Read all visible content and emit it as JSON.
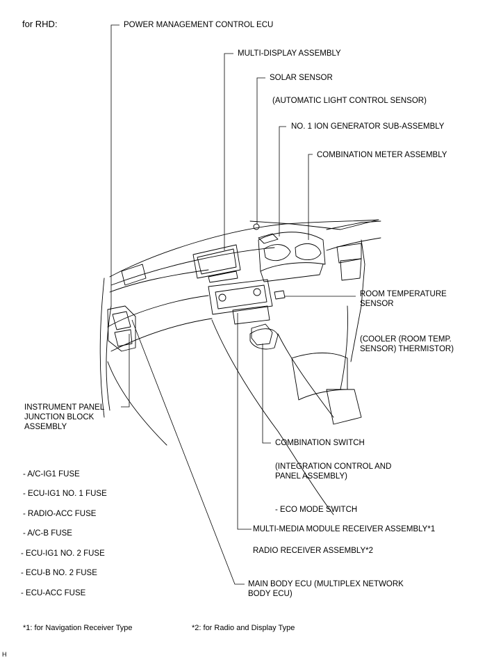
{
  "header": {
    "title": "for RHD:"
  },
  "callouts": {
    "power_mgmt": "POWER MANAGEMENT CONTROL ECU",
    "multi_display": "MULTI-DISPLAY ASSEMBLY",
    "solar_sensor": "SOLAR SENSOR",
    "solar_sensor_note": "(AUTOMATIC LIGHT CONTROL SENSOR)",
    "ion_generator": "NO. 1 ION GENERATOR SUB-ASSEMBLY",
    "combination_meter": "COMBINATION METER ASSEMBLY",
    "room_temp_1": "ROOM TEMPERATURE",
    "room_temp_2": "SENSOR",
    "room_temp_note_1": "(COOLER (ROOM TEMP.",
    "room_temp_note_2": "SENSOR) THERMISTOR)",
    "ipjb_1": "INSTRUMENT PANEL",
    "ipjb_2": "JUNCTION BLOCK",
    "ipjb_3": "ASSEMBLY",
    "combination_switch": "COMBINATION SWITCH",
    "combination_switch_note_1": "(INTEGRATION CONTROL AND",
    "combination_switch_note_2": "PANEL ASSEMBLY)",
    "eco_mode": "- ECO MODE SWITCH",
    "multimedia": "MULTI-MEDIA MODULE RECEIVER ASSEMBLY*1",
    "radio_receiver": "RADIO RECEIVER ASSEMBLY*2",
    "main_body_1": "MAIN BODY ECU (MULTIPLEX NETWORK",
    "main_body_2": "BODY ECU)"
  },
  "fuses": [
    "- A/C-IG1 FUSE",
    "- ECU-IG1 NO. 1 FUSE",
    "- RADIO-ACC FUSE",
    "- A/C-B FUSE",
    "- ECU-IG1 NO. 2 FUSE",
    "- ECU-B NO. 2 FUSE",
    "- ECU-ACC FUSE"
  ],
  "footnotes": {
    "note1": "*1: for Navigation Receiver Type",
    "note2": "*2: for Radio and Display Type"
  },
  "corner_mark": "H"
}
